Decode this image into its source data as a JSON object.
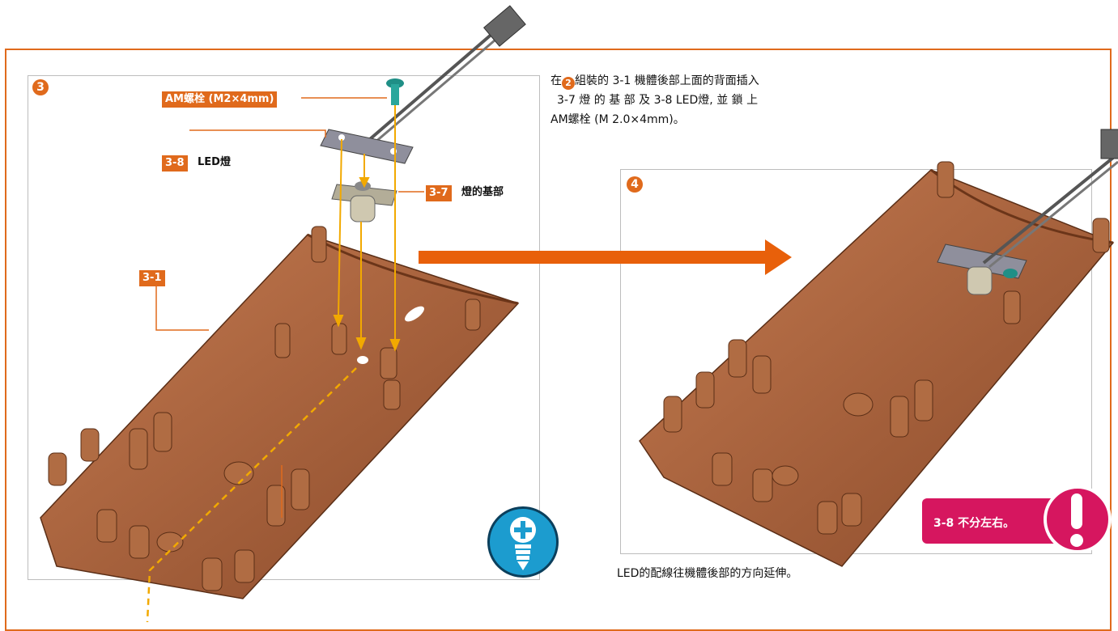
{
  "step3": {
    "number": "3",
    "labels": {
      "screw_tag": "AM螺栓 (M2×4mm)",
      "led_tag": "3-8",
      "led_label": "LED燈",
      "base_tag": "3-7",
      "base_label": "燈的基部",
      "body_tag": "3-1"
    }
  },
  "step4": {
    "number": "4"
  },
  "instructions": {
    "prefix": "在",
    "ref_num": "2",
    "line1": "組裝的 3-1 機體後部上面的背面插入",
    "line2": "3-7 燈 的 基 部 及 3-8 LED燈, 並 鎖 上",
    "line3": "AM螺栓 (M 2.0×4mm)。"
  },
  "caption": "LED的配線往機體後部的方向延伸。",
  "note": {
    "text": "3-8 不分左右。"
  },
  "icons": {
    "arrow": "right-arrow-icon",
    "warning": "exclamation-icon",
    "screw": "screw-icon"
  },
  "colors": {
    "accent": "#e06a1c",
    "plastic": "#a8623b",
    "warning": "#d6165f",
    "screw_badge": "#1c9ccf",
    "guide": "#f2a900"
  }
}
